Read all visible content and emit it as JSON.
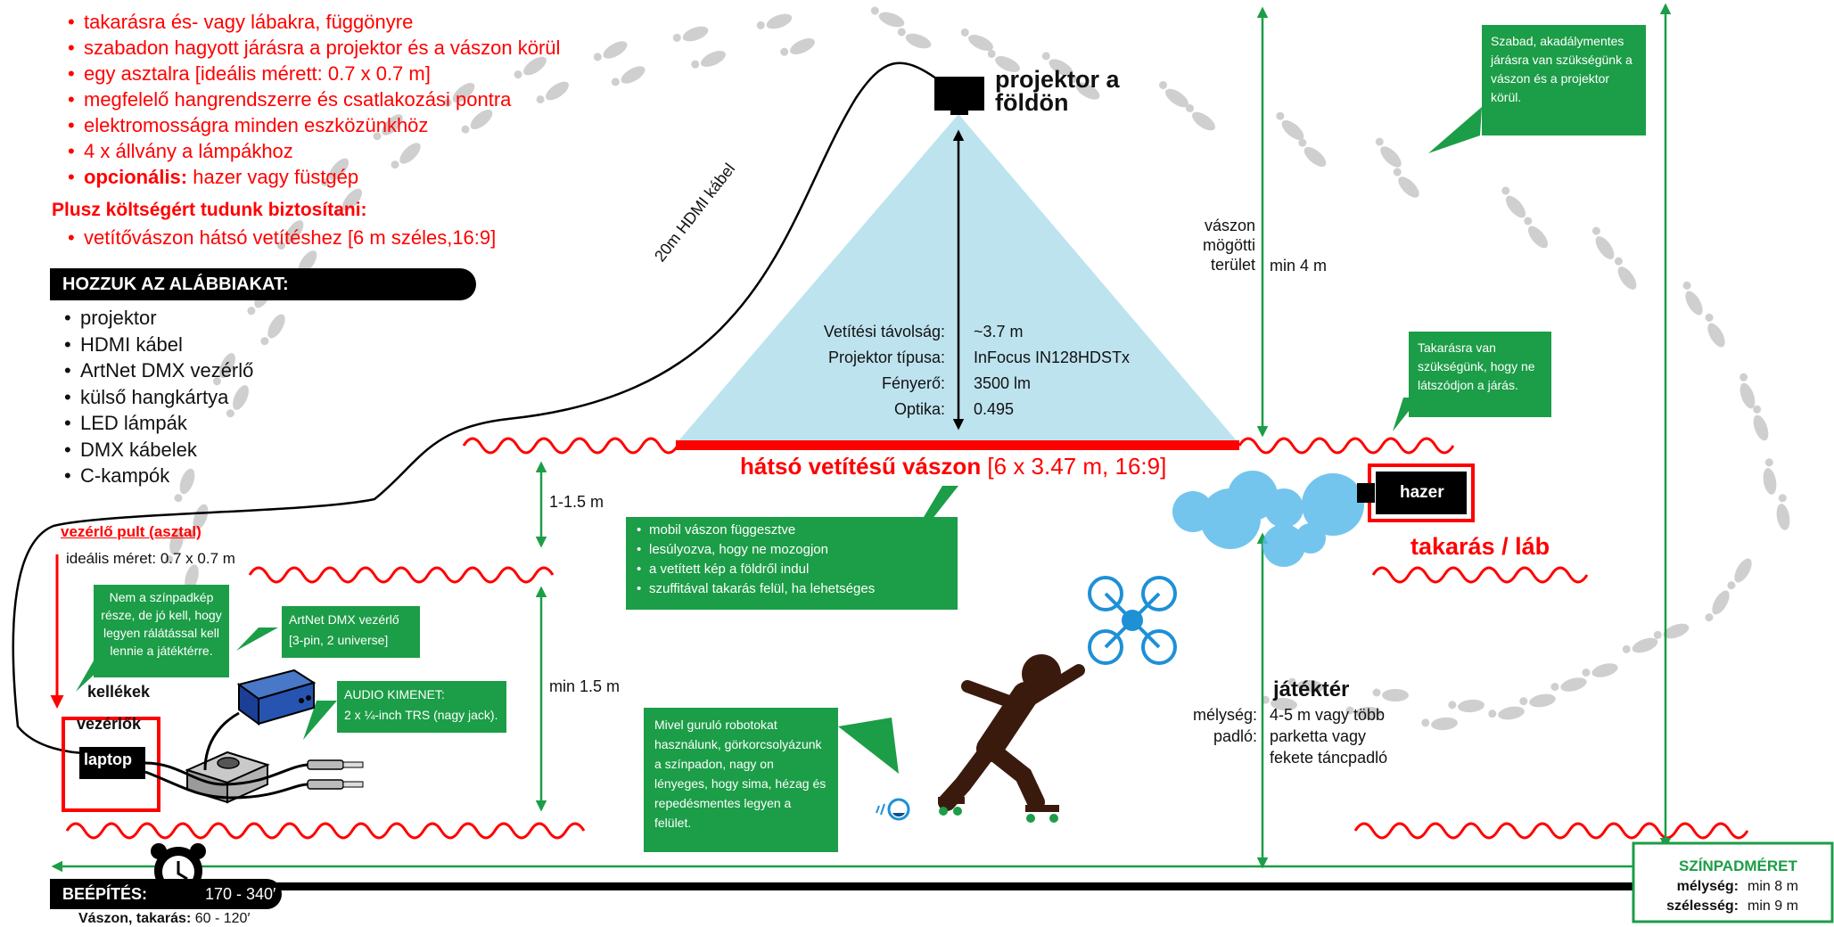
{
  "requirements": {
    "items": [
      {
        "text": "takarásra és- vagy lábakra, függönyre"
      },
      {
        "text": "szabadon hagyott járásra a projektor és a vászon körül"
      },
      {
        "text": "egy asztalra [ideális mérett: 0.7 x 0.7 m]"
      },
      {
        "text": "megfelelő hangrendszerre és csatlakozási pontra"
      },
      {
        "text": "elektromosságra minden eszközünkhöz"
      },
      {
        "text": "4 x állvány a lámpákhoz"
      },
      {
        "bold": "opcionális:",
        "text": " hazer vagy füstgép"
      }
    ],
    "extra_cost_heading": "Plusz költségért tudunk biztosítani:",
    "extra_cost_items": [
      "vetítővászon hátsó vetítéshez [6 m széles,16:9]"
    ]
  },
  "bring": {
    "heading": "HOZZUK AZ ALÁBBIAKAT:",
    "items": [
      "projektor",
      "HDMI kábel",
      "ArtNet DMX vezérlő",
      "külső hangkártya",
      "LED lámpák",
      "DMX kábelek",
      "C-kampók"
    ]
  },
  "cable_label": "20m HDMI kábel",
  "projector": {
    "label_line1": "projektor a",
    "label_line2": "földön",
    "specs": [
      {
        "key": "Vetítési távolság:",
        "value": "~3.7 m"
      },
      {
        "key": "Projektor típusa:",
        "value": "InFocus IN128HDSTx"
      },
      {
        "key": "Fényerő:",
        "value": "3500 lm"
      },
      {
        "key": "Optika:",
        "value": "0.495"
      }
    ]
  },
  "screen": {
    "label_bold": "hátsó vetítésű vászon",
    "label_rest": " [6 x 3.47 m, 16:9]",
    "notes": [
      "mobil vászon függesztve",
      "lesúlyozva, hogy ne mozogjon",
      "a vetített kép  a földről indul",
      "szuffitával takarás felül, ha lehetséges"
    ]
  },
  "behind_screen": {
    "label_lines": [
      "vászon",
      "mögötti",
      "terület"
    ],
    "value": "min 4 m"
  },
  "free_path_note": "Szabad, akadálymentes járásra van szükségünk a vászon és a projektor körül.",
  "masking_note": "Takarásra van szükségünk, hogy ne látszódjon a járás.",
  "hazer_label": "hazer",
  "masking_label": "takarás / láb",
  "dim_gap": "1-1.5 m",
  "dim_front": "min 1.5 m",
  "control": {
    "title": "vezérlő pult (asztal)",
    "ideal": "ideális méret: 0.7 x 0.7 m",
    "note": "Nem a színpadkép része, de jó kell, hogy legyen rálátással kell lennie a játéktérre.",
    "kellekek": "kellékek",
    "vezerlok": "vezérlők",
    "laptop": "laptop",
    "dmx_note_line1": "ArtNet DMX vezérlő",
    "dmx_note_line2": "[3-pin, 2 universe]",
    "audio_note_line1": "AUDIO KIMENET:",
    "audio_note_line2": "2 x ¼-inch TRS (nagy jack)."
  },
  "robot_note": "Mivel guruló robotokat használunk, görkorcsolyázunk a színpadon, nagy on lényeges, hogy sima, hézag és repedésmentes legyen a felület.",
  "playing_area": {
    "title": "játéktér",
    "rows": [
      {
        "key": "mélység:",
        "value": "4-5 m vagy több"
      },
      {
        "key": "padló:",
        "value": "parketta vagy"
      },
      {
        "key": "",
        "value": "fekete táncpadló"
      }
    ]
  },
  "setup": {
    "label": "BEÉPÍTÉS:",
    "value": "170 - 340′",
    "sub_bold": "Vászon, takarás:",
    "sub_value": " 60 - 120′"
  },
  "stage_size": {
    "title": "SZÍNPADMÉRET",
    "rows": [
      {
        "key": "mélység:",
        "value": "min 8 m"
      },
      {
        "key": "szélesség:",
        "value": "min 9 m"
      }
    ]
  },
  "icons": [
    "footprints-icon",
    "projector-icon",
    "hazer-icon",
    "smoke-cloud-icon",
    "drone-icon",
    "skater-figure-icon",
    "robot-icon",
    "laptop-icon",
    "dmx-controller-icon",
    "audio-interface-icon",
    "jack-cable-icon",
    "clock-icon"
  ],
  "colors": {
    "red": "#ff0000",
    "green": "#1c9d47",
    "beam": "#bde3ef",
    "cloud": "#5bbcea",
    "drone": "#1e90d6",
    "figure": "#3b1a0e",
    "footprint": "#cfcfcf"
  }
}
